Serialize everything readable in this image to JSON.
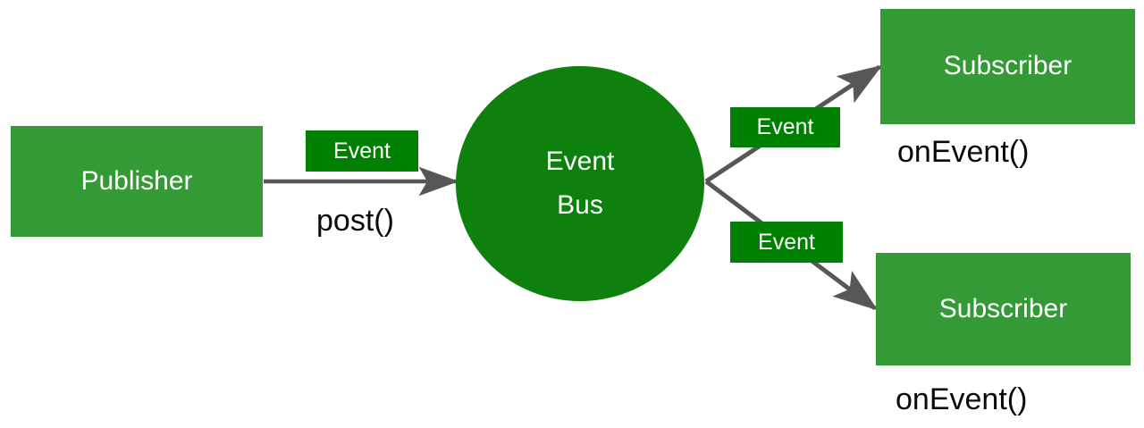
{
  "diagram": {
    "title": "Event Bus publish-subscribe diagram",
    "colors": {
      "node_green": "#349A35",
      "bus_green": "#0D800D",
      "chip_green": "#008000",
      "edge_gray": "#575757",
      "text_light": "#FFFFFF",
      "text_dark": "#0A0A0A",
      "background": "#FFFFFF"
    },
    "nodes": {
      "publisher": {
        "label": "Publisher",
        "shape": "rectangle"
      },
      "event_bus": {
        "label_line1": "Event",
        "label_line2": "Bus",
        "shape": "circle"
      },
      "subscriber_top": {
        "label": "Subscriber",
        "shape": "rectangle"
      },
      "subscriber_bottom": {
        "label": "Subscriber",
        "shape": "rectangle"
      }
    },
    "edge_chips": {
      "publish": "Event",
      "deliver_top": "Event",
      "deliver_bottom": "Event"
    },
    "captions": {
      "post": "post()",
      "on_event_top": "onEvent()",
      "on_event_bottom": "onEvent()"
    },
    "edges": [
      {
        "name": "publisher-to-bus",
        "from": "publisher",
        "to": "event_bus",
        "label": "post()",
        "chip": "Event",
        "arrow": true
      },
      {
        "name": "bus-to-subscriber-top",
        "from": "event_bus",
        "to": "subscriber_top",
        "label": "onEvent()",
        "chip": "Event",
        "arrow": true
      },
      {
        "name": "bus-to-subscriber-bottom",
        "from": "event_bus",
        "to": "subscriber_bottom",
        "label": "onEvent()",
        "chip": "Event",
        "arrow": true
      }
    ]
  }
}
